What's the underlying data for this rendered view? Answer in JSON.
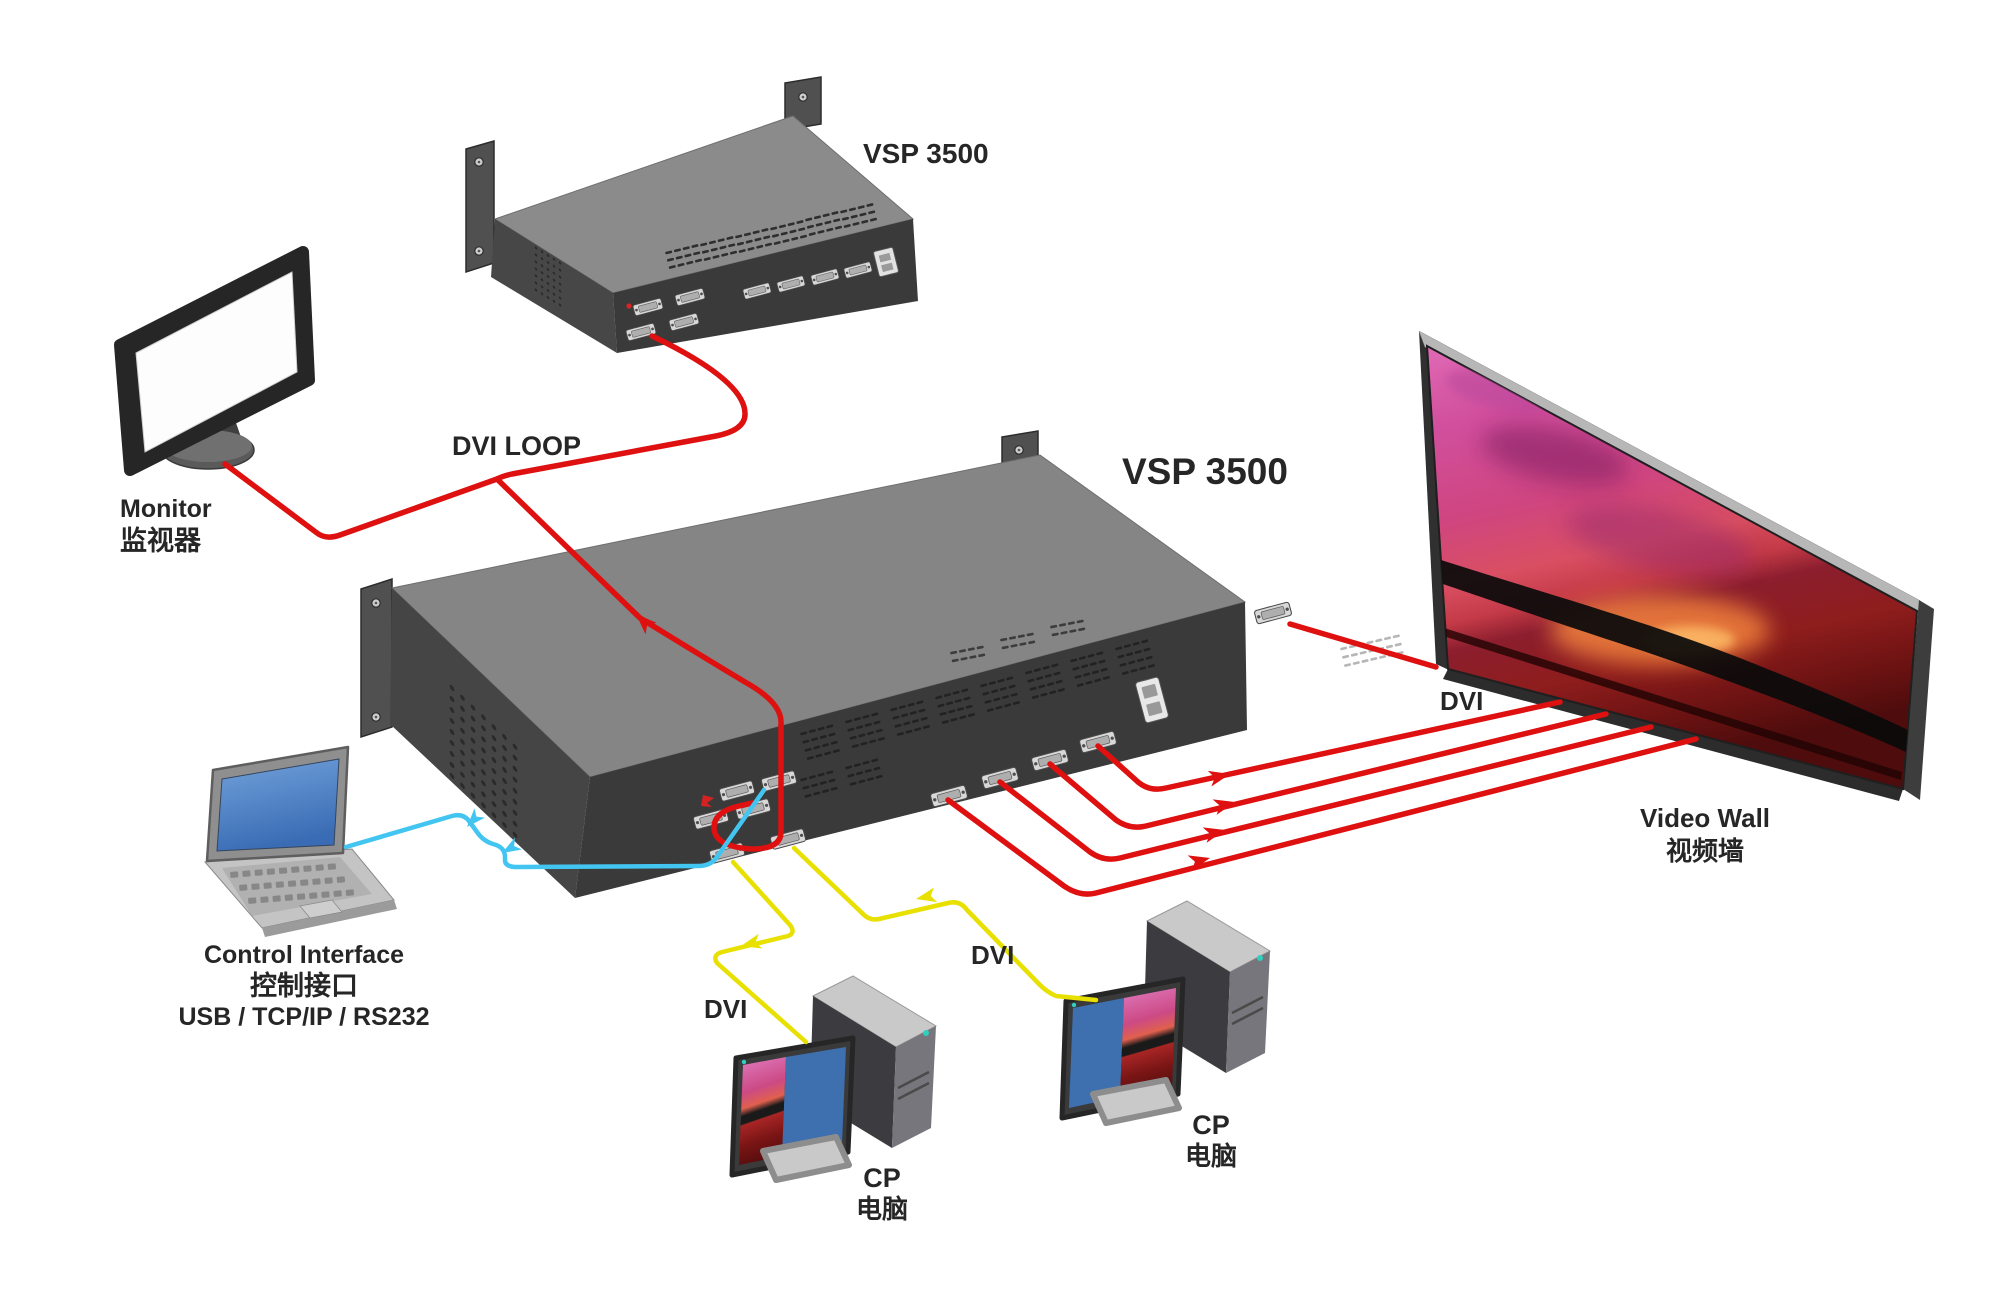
{
  "units": {
    "top_processor": {
      "label": "VSP 3500"
    },
    "main_processor": {
      "label": "VSP 3500"
    }
  },
  "monitor": {
    "label_en": "Monitor",
    "label_zh": "监视器"
  },
  "control_interface": {
    "label_en": "Control Interface",
    "label_zh": "控制接口",
    "protocols": "USB / TCP/IP / RS232"
  },
  "video_wall": {
    "label_en": "Video Wall",
    "label_zh": "视频墙"
  },
  "computers": {
    "cp1": {
      "label_en": "CP",
      "label_zh": "电脑"
    },
    "cp2": {
      "label_en": "CP",
      "label_zh": "电脑"
    }
  },
  "connections": {
    "dvi_loop": "DVI LOOP",
    "dvi_cp1": "DVI",
    "dvi_cp2": "DVI",
    "dvi_wall": "DVI"
  },
  "colors": {
    "cable_dvi_red": "#de1010",
    "cable_control_cyan": "#43c5f2",
    "cable_dvi_yellow": "#e8e000",
    "chassis_top": "#868686",
    "chassis_front": "#3a3a3a",
    "chassis_side": "#454545",
    "wall_pink": "#cf4580",
    "laptop_screen_blue": "#4a7fc6",
    "pc_screen_blue": "#3e6fae",
    "label_text": "#262626",
    "background": "#ffffff"
  }
}
